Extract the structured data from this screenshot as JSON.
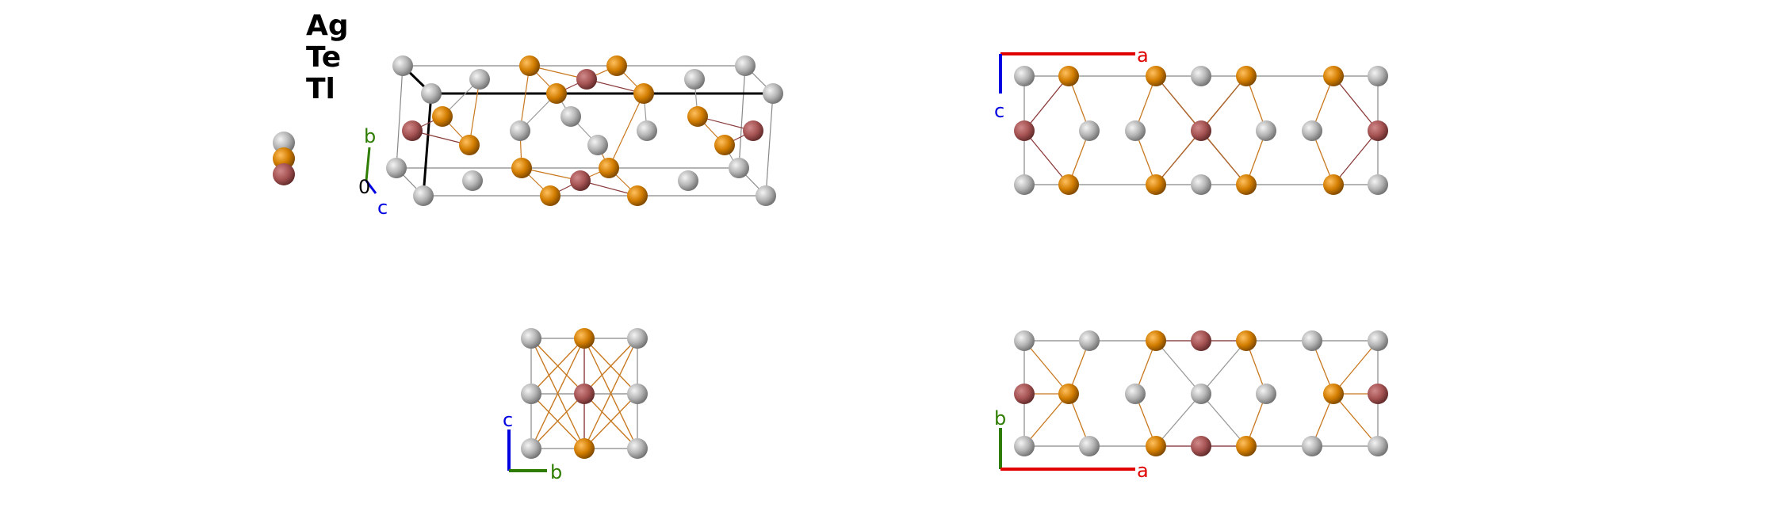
{
  "legend": {
    "elements": [
      {
        "symbol": "Ag",
        "color": "#b4b4b4"
      },
      {
        "symbol": "Te",
        "color": "#d27d00"
      },
      {
        "symbol": "Tl",
        "color": "#a65353"
      }
    ]
  },
  "views": {
    "perspective": {
      "axis_labels": {
        "origin": "0",
        "b": "b",
        "c": "c"
      }
    },
    "ac": {
      "axis_labels": {
        "a": "a",
        "c": "c"
      }
    },
    "cb": {
      "axis_labels": {
        "c": "c",
        "b": "b"
      }
    },
    "ab": {
      "axis_labels": {
        "a": "a",
        "b": "b"
      }
    }
  },
  "colors": {
    "axis_a": "#e00000",
    "axis_b": "#2e7d00",
    "axis_c": "#0000e0",
    "cell_edge": "#888888",
    "bond_te": "#c8781e",
    "bond_tl": "#8a3a3a"
  }
}
